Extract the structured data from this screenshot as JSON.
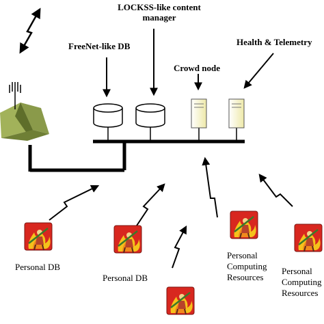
{
  "labels": {
    "content_manager": "LOCKSS-like content",
    "content_manager_2": "manager",
    "freenet_db": "FreeNet-like DB",
    "crowd_node": "Crowd node",
    "health_telemetry": "Health & Telemetry",
    "personal_db_1": "Personal  DB",
    "personal_db_2": "Personal  DB",
    "personal_computing_1_line1": "Personal",
    "personal_computing_1_line2": "Computing",
    "personal_computing_1_line3": "Resources",
    "personal_computing_2_line1": "Personal",
    "personal_computing_2_line2": "Computing",
    "personal_computing_2_line3": "Resources"
  },
  "colors": {
    "tent": "#8a9a4a",
    "tent_dark": "#5e6e2a",
    "server": "#f6f3c8",
    "icon_bg": "#d8271f",
    "icon_fire": "#f5c21b"
  },
  "icons": {
    "tent": "tent-icon",
    "antenna": "antenna-icon",
    "database": "database-cylinder-icon",
    "server": "server-tower-icon",
    "personal_device": "fire-character-icon",
    "wireless": "wireless-link-icon"
  }
}
